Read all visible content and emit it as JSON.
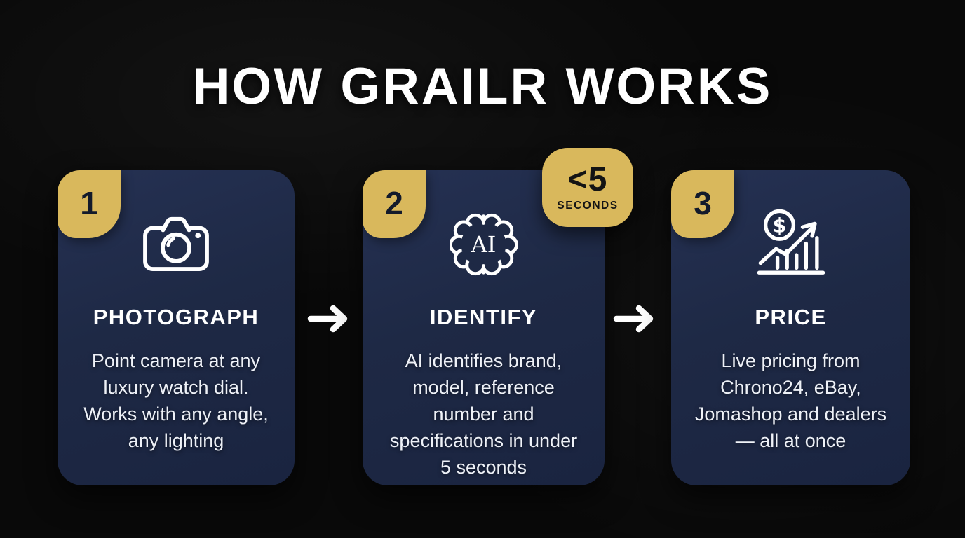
{
  "title": "HOW GRAILR WORKS",
  "colors": {
    "background": "#090909",
    "card": "#1e2945",
    "gold_accent": "#d9b85c",
    "badge_number_text": "#131a2b",
    "heading_text": "#ffffff",
    "body_text": "#eef1f7"
  },
  "steps": [
    {
      "number": "1",
      "icon": "camera-icon",
      "title": "PHOTOGRAPH",
      "description": "Point camera at any luxury watch dial. Works with any angle, any lighting"
    },
    {
      "number": "2",
      "icon": "ai-brain-icon",
      "icon_label": "AI",
      "title": "IDENTIFY",
      "description": "AI identifies brand, model, reference number and specifications in under 5 seconds",
      "badge": {
        "value": "<5",
        "unit": "SECONDS"
      }
    },
    {
      "number": "3",
      "icon": "price-chart-icon",
      "icon_label": "$",
      "title": "PRICE",
      "description": "Live pricing from Chrono24, eBay, Jomashop and dealers — all at once"
    }
  ],
  "connectors": [
    {
      "icon": "right-arrow-icon"
    },
    {
      "icon": "right-arrow-icon"
    }
  ]
}
